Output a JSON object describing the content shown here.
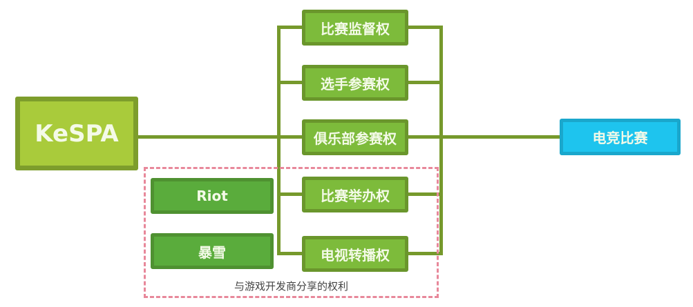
{
  "source": {
    "label": "KeSPA"
  },
  "rights": [
    {
      "label": "比赛监督权"
    },
    {
      "label": "选手参赛权"
    },
    {
      "label": "俱乐部参赛权"
    },
    {
      "label": "比赛举办权"
    },
    {
      "label": "电视转播权"
    }
  ],
  "developers": [
    {
      "label": "Riot"
    },
    {
      "label": "暴雪"
    }
  ],
  "shared_group": {
    "caption": "与游戏开发商分享的权利"
  },
  "target": {
    "label": "电竞比赛"
  },
  "colors": {
    "kespa": "#a9cb3b",
    "rights": "#7dbb3b",
    "developers": "#5aac3c",
    "target": "#1ec4ee",
    "line": "#76992c",
    "dash": "#e8889a"
  }
}
